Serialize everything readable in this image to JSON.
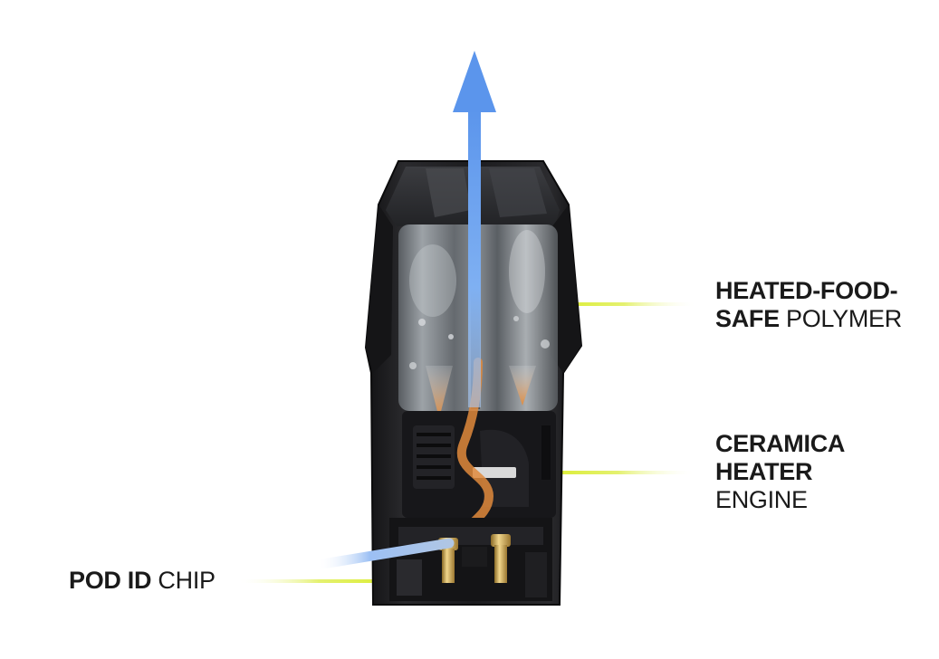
{
  "labels": {
    "polymer": {
      "line1_bold": "HEATED-FOOD-",
      "line2_bold": "SAFE",
      "line2_regular": " POLYMER"
    },
    "heater": {
      "line1_bold": "CERAMICA",
      "line2_bold": "HEATER",
      "line3_regular": "ENGINE"
    },
    "chip": {
      "bold": "POD ID",
      "regular": " CHIP"
    }
  },
  "colors": {
    "pod_body": "#1c1c1e",
    "pod_edge": "#0d0d0e",
    "reservoir": "#7d8388",
    "airflow_arrow": "#6fa6ef",
    "vapor_path": "#e08a3c",
    "leader_line": "#d8ec1c",
    "contacts": "#c9a24a",
    "text": "#1a1a1a"
  },
  "icons": {
    "airflow": "arrow-up-icon",
    "vapor": "flow-path-icon",
    "pins": "pogo-pin-icon"
  }
}
